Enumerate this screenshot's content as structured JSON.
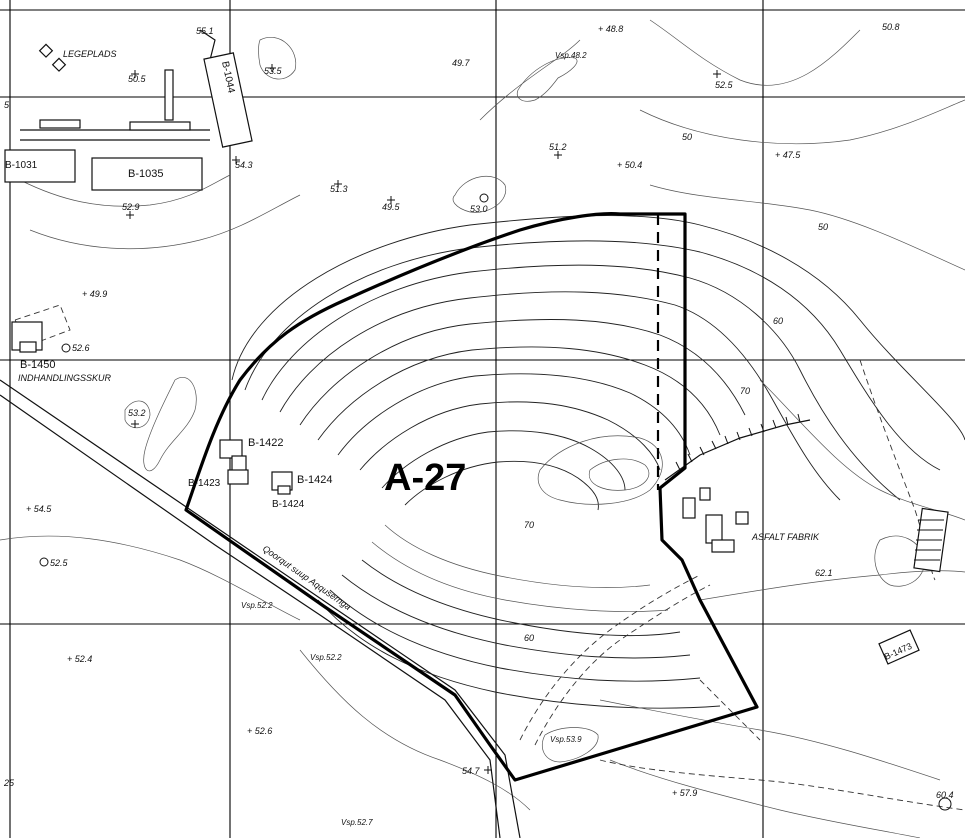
{
  "map": {
    "area_label": "A-27",
    "place_labels": [
      {
        "id": "legeplads",
        "text": "LEGEPLADS"
      },
      {
        "id": "indhandlingsskur",
        "text": "INDHANDLINGSSKUR"
      },
      {
        "id": "asfaltfabrik",
        "text": "ASFALT FABRIK"
      },
      {
        "id": "road",
        "text": "Qoorqut suup Aqqusernga"
      }
    ],
    "buildings": [
      {
        "id": "b1044",
        "text": "B-1044"
      },
      {
        "id": "b1031",
        "text": "B-1031"
      },
      {
        "id": "b1035",
        "text": "B-1035"
      },
      {
        "id": "b1450",
        "text": "B-1450"
      },
      {
        "id": "b1422",
        "text": "B-1422"
      },
      {
        "id": "b1423",
        "text": "B-1423"
      },
      {
        "id": "b1424a",
        "text": "B-1424"
      },
      {
        "id": "b1424b",
        "text": "B-1424"
      },
      {
        "id": "b1473",
        "text": "B-1473"
      }
    ],
    "spot_heights": [
      {
        "id": "h551",
        "text": "55.1"
      },
      {
        "id": "h488",
        "text": "+ 48.8"
      },
      {
        "id": "h508",
        "text": "50.8"
      },
      {
        "id": "h505",
        "text": "50.5"
      },
      {
        "id": "h535",
        "text": "53.5"
      },
      {
        "id": "h497",
        "text": "49.7"
      },
      {
        "id": "vsp482",
        "text": "Vsp.48.2"
      },
      {
        "id": "h525",
        "text": "52.5"
      },
      {
        "id": "h543",
        "text": "54.3"
      },
      {
        "id": "h512",
        "text": "51.2"
      },
      {
        "id": "h504",
        "text": "+ 50.4"
      },
      {
        "id": "h475",
        "text": "+ 47.5"
      },
      {
        "id": "h513",
        "text": "51.3"
      },
      {
        "id": "h495",
        "text": "49.5"
      },
      {
        "id": "h530",
        "text": "53.0"
      },
      {
        "id": "h529",
        "text": "52.9"
      },
      {
        "id": "h499",
        "text": "+ 49.9"
      },
      {
        "id": "h526",
        "text": "52.6"
      },
      {
        "id": "h532",
        "text": "53.2"
      },
      {
        "id": "h545",
        "text": "+ 54.5"
      },
      {
        "id": "h525b",
        "text": "52.5"
      },
      {
        "id": "vsp522a",
        "text": "Vsp.52.2"
      },
      {
        "id": "vsp522b",
        "text": "Vsp.52.2"
      },
      {
        "id": "h524",
        "text": "+ 52.4"
      },
      {
        "id": "h526b",
        "text": "+ 52.6"
      },
      {
        "id": "vsp539",
        "text": "Vsp.53.9"
      },
      {
        "id": "h547",
        "text": "54.7"
      },
      {
        "id": "h579",
        "text": "+ 57.9"
      },
      {
        "id": "vsp527",
        "text": "Vsp.52.7"
      },
      {
        "id": "h604",
        "text": "60.4"
      },
      {
        "id": "h621",
        "text": "62.1"
      },
      {
        "id": "h5",
        "text": "5"
      },
      {
        "id": "h25",
        "text": "25"
      }
    ],
    "contour_labels": [
      {
        "id": "c50a",
        "text": "50"
      },
      {
        "id": "c50b",
        "text": "50"
      },
      {
        "id": "c60a",
        "text": "60"
      },
      {
        "id": "c70",
        "text": "70"
      },
      {
        "id": "c60b",
        "text": "60"
      },
      {
        "id": "c70b",
        "text": "70"
      }
    ]
  }
}
